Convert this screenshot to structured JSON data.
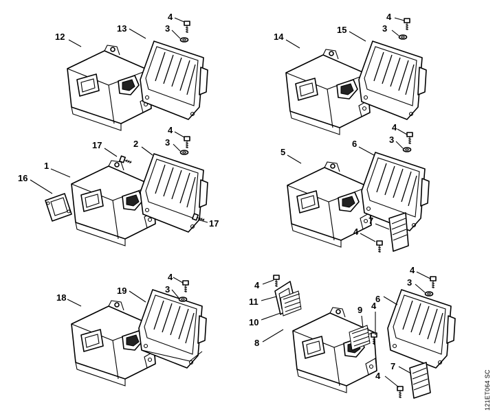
{
  "drawing_code": "121ET064 SC",
  "callouts": {
    "g1": [
      "12",
      "13",
      "4",
      "3"
    ],
    "g2": [
      "14",
      "15",
      "4",
      "3"
    ],
    "g3": [
      "1",
      "16",
      "17",
      "2",
      "4",
      "3",
      "17"
    ],
    "g4": [
      "5",
      "6",
      "4",
      "3",
      "7",
      "4"
    ],
    "g5": [
      "18",
      "19",
      "4",
      "3"
    ],
    "g6": [
      "4",
      "11",
      "10",
      "8",
      "9",
      "4",
      "6",
      "4",
      "3",
      "7",
      "4"
    ]
  }
}
